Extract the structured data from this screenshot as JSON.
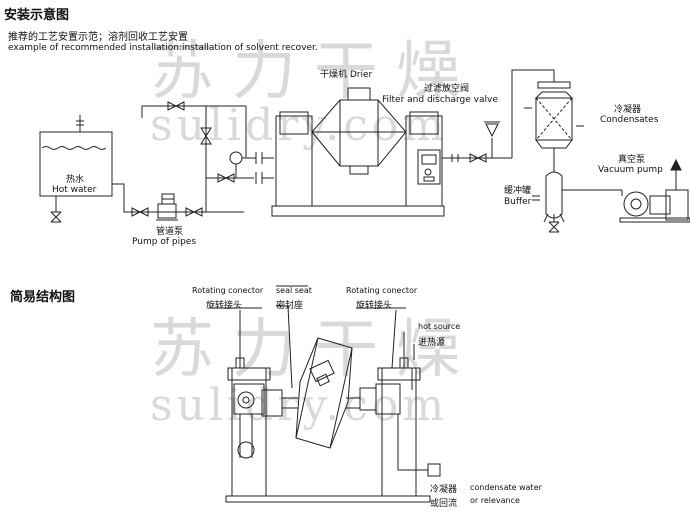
{
  "top": {
    "title": "安装示意图",
    "subtitle_cn": "推荐的工艺安置示范；溶剂回收工艺安置",
    "subtitle_en": "example of recommended installation:installation of solvent recover."
  },
  "labels": {
    "drier": "干燥机 Drier",
    "filter_cn": "过滤放空阀",
    "filter_en": "Filter and discharge valve",
    "condenser_cn": "冷凝器",
    "condenser_en": "Condensates",
    "vacuum_cn": "真空泵",
    "vacuum_en": "Vacuum pump",
    "buffer_cn": "缓冲罐",
    "buffer_en": "Buffer",
    "hotwater_cn": "热水",
    "hotwater_en": "Hot water",
    "pipepump_cn": "管道泵",
    "pipepump_en": "Pump of pipes"
  },
  "bottom": {
    "title": "简易结构图",
    "rot_left_en": "Rotating conector",
    "rot_left_cn": "旋转接头",
    "seal_en": "seal seat",
    "seal_cn": "密封座",
    "rot_right_en": "Rotating conector",
    "rot_right_cn": "旋转接头",
    "hot_en": "hot source",
    "hot_cn": "进热源",
    "cond_cn1": "冷凝器",
    "cond_cn2": "或回流",
    "cond_en1": "condensate water",
    "cond_en2": "or relevance"
  },
  "watermark": {
    "cn": "苏力干燥",
    "en": "sulidry.com"
  }
}
